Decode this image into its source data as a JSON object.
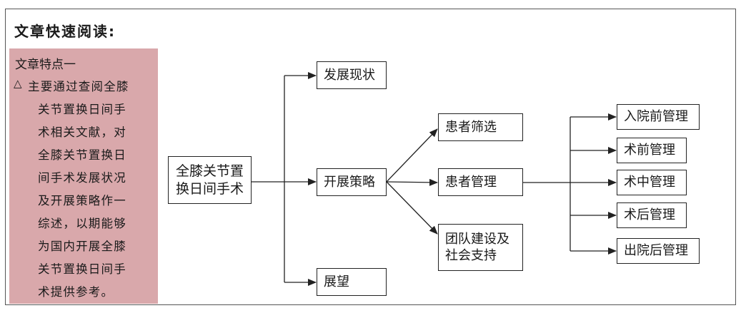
{
  "heading": "文章快速阅读:",
  "sidebar": {
    "title": "文章特点一",
    "bullet": "△",
    "lines": [
      "主要通过查阅全膝",
      "关节置换日间手",
      "术相关文献，对",
      "全膝关节置换日",
      "间手术发展状况",
      "及开展策略作一",
      "综述，以期能够",
      "为国内开展全膝",
      "关节置换日间手",
      "术提供参考。"
    ]
  },
  "diagram": {
    "root": [
      "全膝关节置",
      "换日间手术"
    ],
    "level1": [
      "发展现状",
      "开展策略",
      "展望"
    ],
    "level2": [
      "患者筛选",
      "患者管理",
      [
        "团队建设及",
        "社会支持"
      ]
    ],
    "level3": [
      "入院前管理",
      "术前管理",
      "术中管理",
      "术后管理",
      "出院后管理"
    ]
  }
}
